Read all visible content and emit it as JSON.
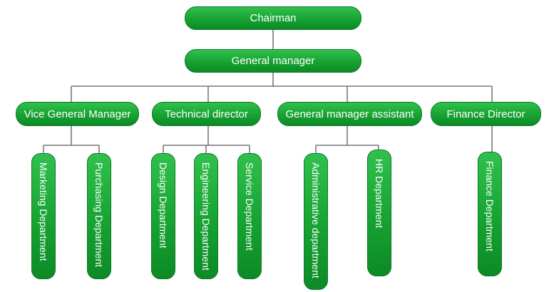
{
  "chart": {
    "root": "Chairman",
    "general_manager": "General manager",
    "directors": [
      "Vice General Manager",
      "Technical director",
      "General manager assistant",
      "Finance Director"
    ],
    "departments": [
      "Marketing Department",
      "Purchasing Department",
      "Design Department",
      "Engineering Department",
      "Service Department",
      "Administrative department",
      "HR Department",
      "Finance Department"
    ]
  },
  "colors": {
    "node_top": "#31c04d",
    "node_bottom": "#0c8a26",
    "connector": "#5a5a5a"
  }
}
